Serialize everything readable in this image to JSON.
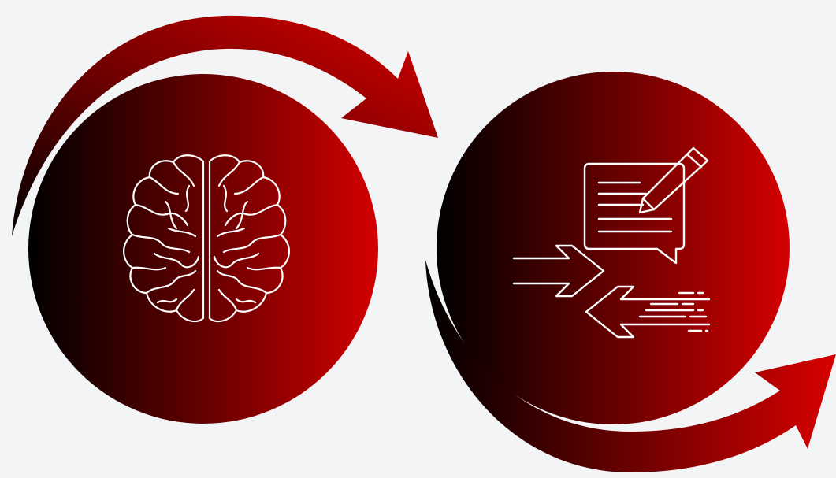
{
  "diagram": {
    "background": "#f3f4f6",
    "gradient": {
      "dark": "#000000",
      "mid": "#5a0000",
      "bright": "#d40000"
    },
    "icon_stroke": "#ffffff",
    "nodes": [
      {
        "id": "brain",
        "icon": "brain-icon"
      },
      {
        "id": "communication",
        "icon": "chat-edit-exchange-icon"
      }
    ],
    "arrows": [
      {
        "id": "arrow-brain-to-communication",
        "direction": "clockwise"
      },
      {
        "id": "arrow-communication-out",
        "direction": "clockwise"
      }
    ]
  }
}
